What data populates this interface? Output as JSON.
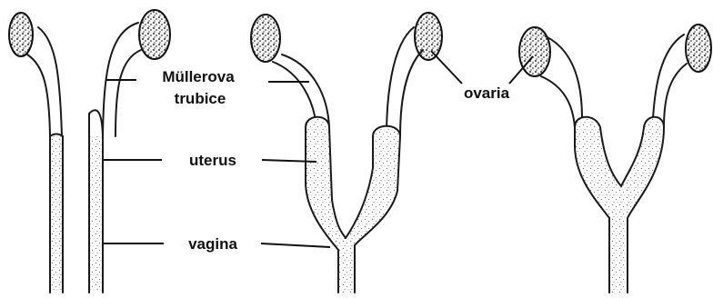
{
  "labels": {
    "mullerian_ducts_line1": "Müllerova",
    "mullerian_ducts_line2": "trubice",
    "uterus": "uterus",
    "vagina": "vagina",
    "ovaries": "ovaria"
  },
  "colors": {
    "ink": "#111111",
    "stipple": "#8a8a8a",
    "background": "#ffffff"
  }
}
